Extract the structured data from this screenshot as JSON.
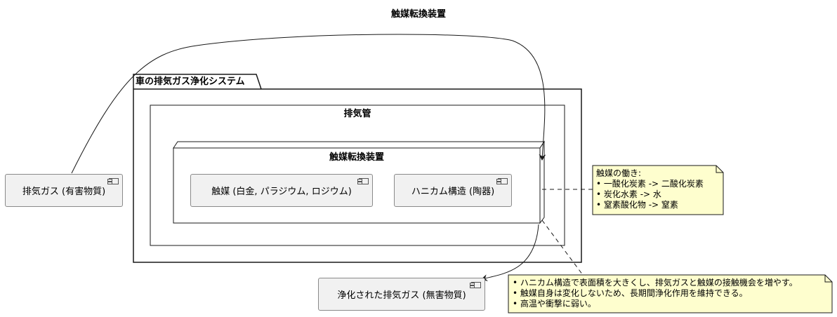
{
  "title": "触媒転換装置",
  "package": {
    "label": "車の排気ガス浄化システム"
  },
  "frames": {
    "exhaust_pipe": "排気管",
    "catalytic_converter": "触媒転換装置"
  },
  "components": {
    "exhaust_in": "排気ガス (有害物質)",
    "catalyst": "触媒 (白金, パラジウム, ロジウム)",
    "honeycomb": "ハニカム構造 (陶器)",
    "exhaust_out": "浄化された排気ガス (無害物質)"
  },
  "notes": {
    "function": {
      "title": "触媒の働き:",
      "items": [
        "一酸化炭素 -> 二酸化炭素",
        "炭化水素 -> 水",
        "窒素酸化物 -> 窒素"
      ]
    },
    "details": {
      "items": [
        "ハニカム構造で表面積を大きくし、排気ガスと触媒の接触機会を増やす。",
        "触媒自身は変化しないため、長期間浄化作用を維持できる。",
        "高温や衝撃に弱い。"
      ]
    }
  },
  "colors": {
    "component_fill": "#f1f1f1",
    "note_fill": "#fefece",
    "line": "#181818"
  }
}
